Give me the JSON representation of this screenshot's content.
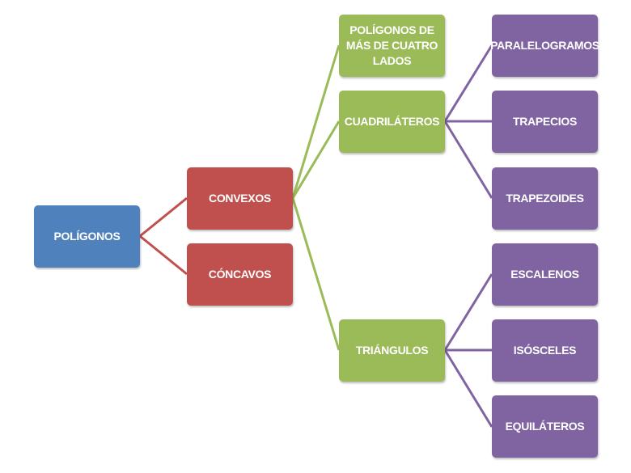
{
  "colors": {
    "root": "#4f81bd",
    "level1": "#c0504d",
    "level2": "#9bbb59",
    "level3": "#8064a2"
  },
  "nodes": {
    "root": "POLÍGONOS",
    "convexos": "CONVEXOS",
    "concavos": "CÓNCAVOS",
    "mas_de_cuatro": "POLÍGONOS DE MÁS DE CUATRO LADOS",
    "cuadrilateros": "CUADRILÁTEROS",
    "triangulos": "TRIÁNGULOS",
    "paralelogramos": "PARALELOGRAMOS",
    "trapecios": "TRAPECIOS",
    "trapezoides": "TRAPEZOIDES",
    "escalenos": "ESCALENOS",
    "isosceles": "ISÓSCELES",
    "equilateros": "EQUILÁTEROS"
  }
}
